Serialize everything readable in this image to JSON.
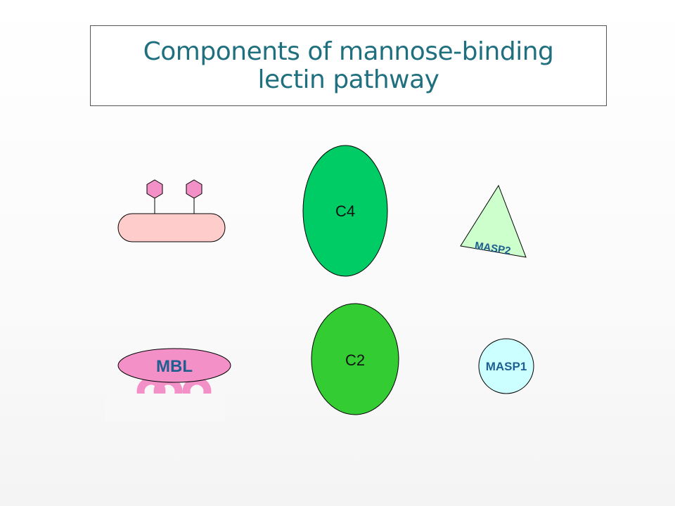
{
  "slide": {
    "title_line1": "Components of mannose-binding",
    "title_line2": "lectin pathway"
  },
  "components": {
    "c4": {
      "label": "C4",
      "color": "#00cc66"
    },
    "c2": {
      "label": "C2",
      "color": "#33cc33"
    },
    "masp2": {
      "label": "MASP2",
      "color": "#ccffcc"
    },
    "masp1": {
      "label": "MASP1",
      "color": "#ccffff"
    },
    "mbl": {
      "label": "MBL",
      "color": "#f490c8"
    },
    "pathogen": {
      "color": "#ffcccc",
      "sugar_color": "#f490c8"
    }
  }
}
